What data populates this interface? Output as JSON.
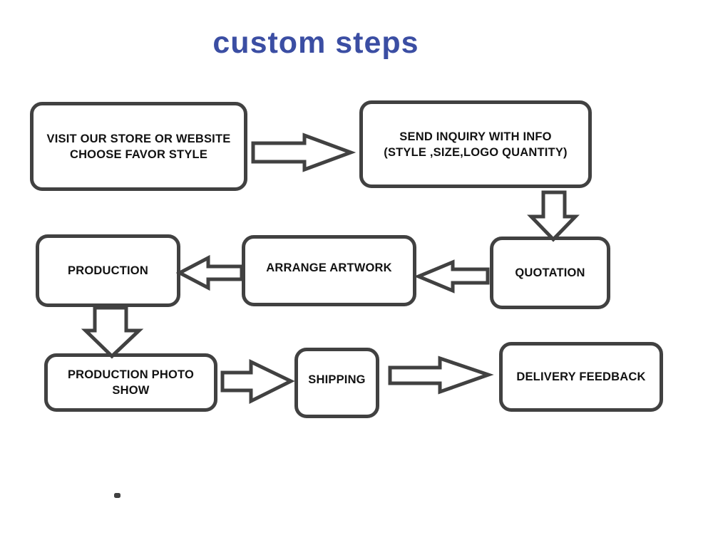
{
  "title": "custom steps",
  "colors": {
    "title_blue": "#3b4ea3",
    "outline_gray": "#414141",
    "text_black": "#121212",
    "background": "#ffffff"
  },
  "flow": {
    "nodes": {
      "visit": {
        "line1": "VISIT OUR STORE OR WEBSITE",
        "line2": "CHOOSE FAVOR STYLE"
      },
      "inquiry": {
        "line1": "SEND INQUIRY WITH INFO",
        "line2": "(STYLE ,SIZE,LOGO QUANTITY)"
      },
      "quotation": {
        "line1": "QUOTATION"
      },
      "artwork": {
        "line1": "ARRANGE ARTWORK"
      },
      "production": {
        "line1": "PRODUCTION"
      },
      "photo_show": {
        "line1": "PRODUCTION PHOTO",
        "line2": "SHOW"
      },
      "shipping": {
        "line1": "SHIPPING"
      },
      "delivery": {
        "line1": "DELIVERY FEEDBACK"
      }
    },
    "connections": [
      {
        "from": "visit",
        "to": "inquiry",
        "direction": "right"
      },
      {
        "from": "inquiry",
        "to": "quotation",
        "direction": "down"
      },
      {
        "from": "quotation",
        "to": "artwork",
        "direction": "left"
      },
      {
        "from": "artwork",
        "to": "production",
        "direction": "left"
      },
      {
        "from": "production",
        "to": "photo_show",
        "direction": "down"
      },
      {
        "from": "photo_show",
        "to": "shipping",
        "direction": "right"
      },
      {
        "from": "shipping",
        "to": "delivery",
        "direction": "right"
      }
    ]
  }
}
